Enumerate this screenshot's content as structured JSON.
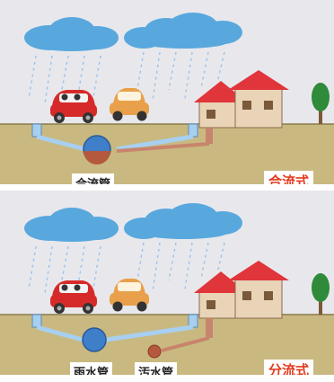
{
  "panels": [
    {
      "id": "combined",
      "pipe_labels": [
        "合流管"
      ],
      "system_label": "合流式"
    },
    {
      "id": "separate",
      "pipe_labels": [
        "雨水管",
        "汚水管"
      ],
      "system_label": "分流式"
    }
  ],
  "colors": {
    "sky": "#e8e8ec",
    "ground": "#c9b980",
    "cloud": "#58a8de",
    "rain": "#9fc4ea",
    "rain_pipe": "#a7cff0",
    "sewage_pipe": "#c8846c",
    "combined_water": "#3f7ec8",
    "sewage_fill": "#b4583e",
    "house_roof": "#e0353a",
    "house_wall": "#e9d4b8",
    "red_car": "#d62a2a",
    "orange_car": "#e8a04a",
    "tree": "#2f8a3a",
    "label_red": "#e23a1e"
  },
  "icons": [
    "cloud-icon",
    "car-icon",
    "house-icon",
    "tree-icon",
    "pipe-icon",
    "manhole-icon"
  ]
}
